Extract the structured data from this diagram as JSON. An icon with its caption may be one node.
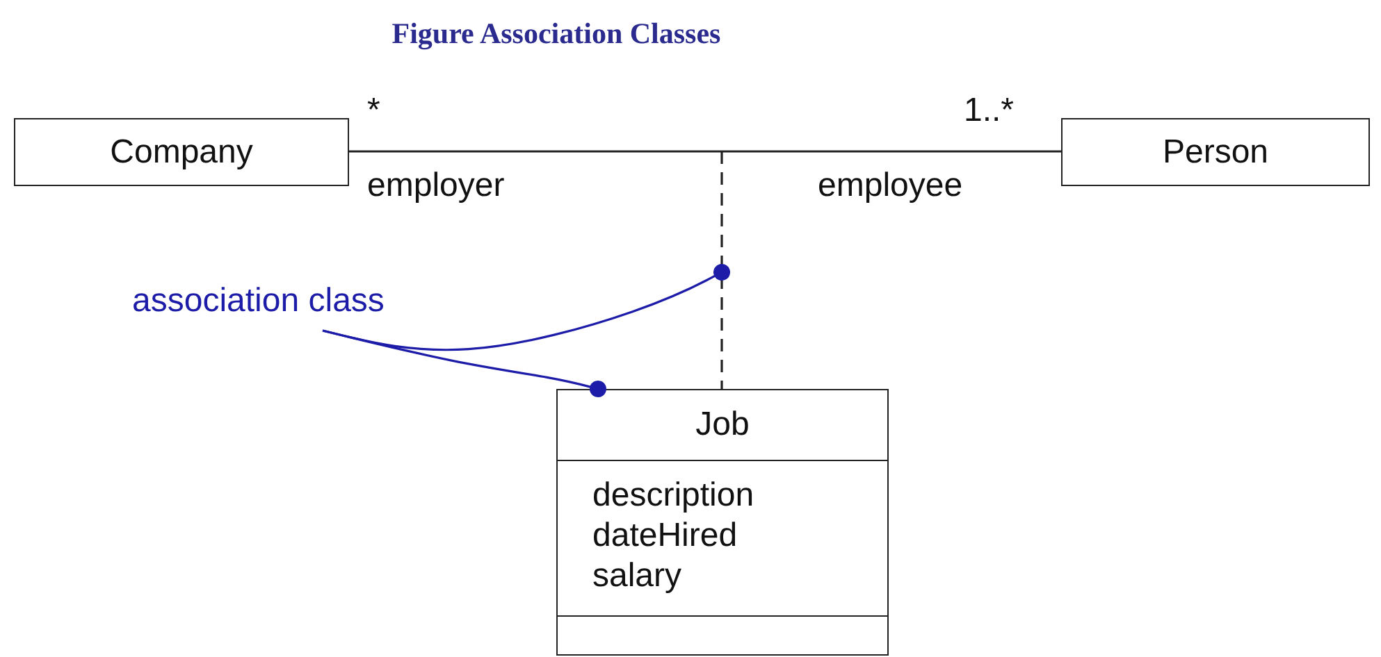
{
  "diagram": {
    "title": "Figure  Association Classes",
    "nodes": [
      {
        "text": [
          "Company"
        ]
      },
      {
        "text": [
          "Person"
        ]
      },
      {
        "text": [
          "Job",
          "description dateHired salary"
        ]
      },
      {
        "text": [
          "association class"
        ]
      }
    ],
    "edges": [
      {
        "from": 0,
        "to": 1,
        "arrow": "none"
      },
      {
        "from": null,
        "to": 2,
        "arrow": "none",
        "style": "dashed"
      },
      {
        "from": 3,
        "to": null,
        "arrow": "other",
        "color": "#1c1ca8"
      },
      {
        "from": 3,
        "to": 2,
        "arrow": "other",
        "color": "#1c1ca8"
      }
    ],
    "labels": [
      "*",
      "1..*",
      "employer",
      "employee"
    ]
  }
}
